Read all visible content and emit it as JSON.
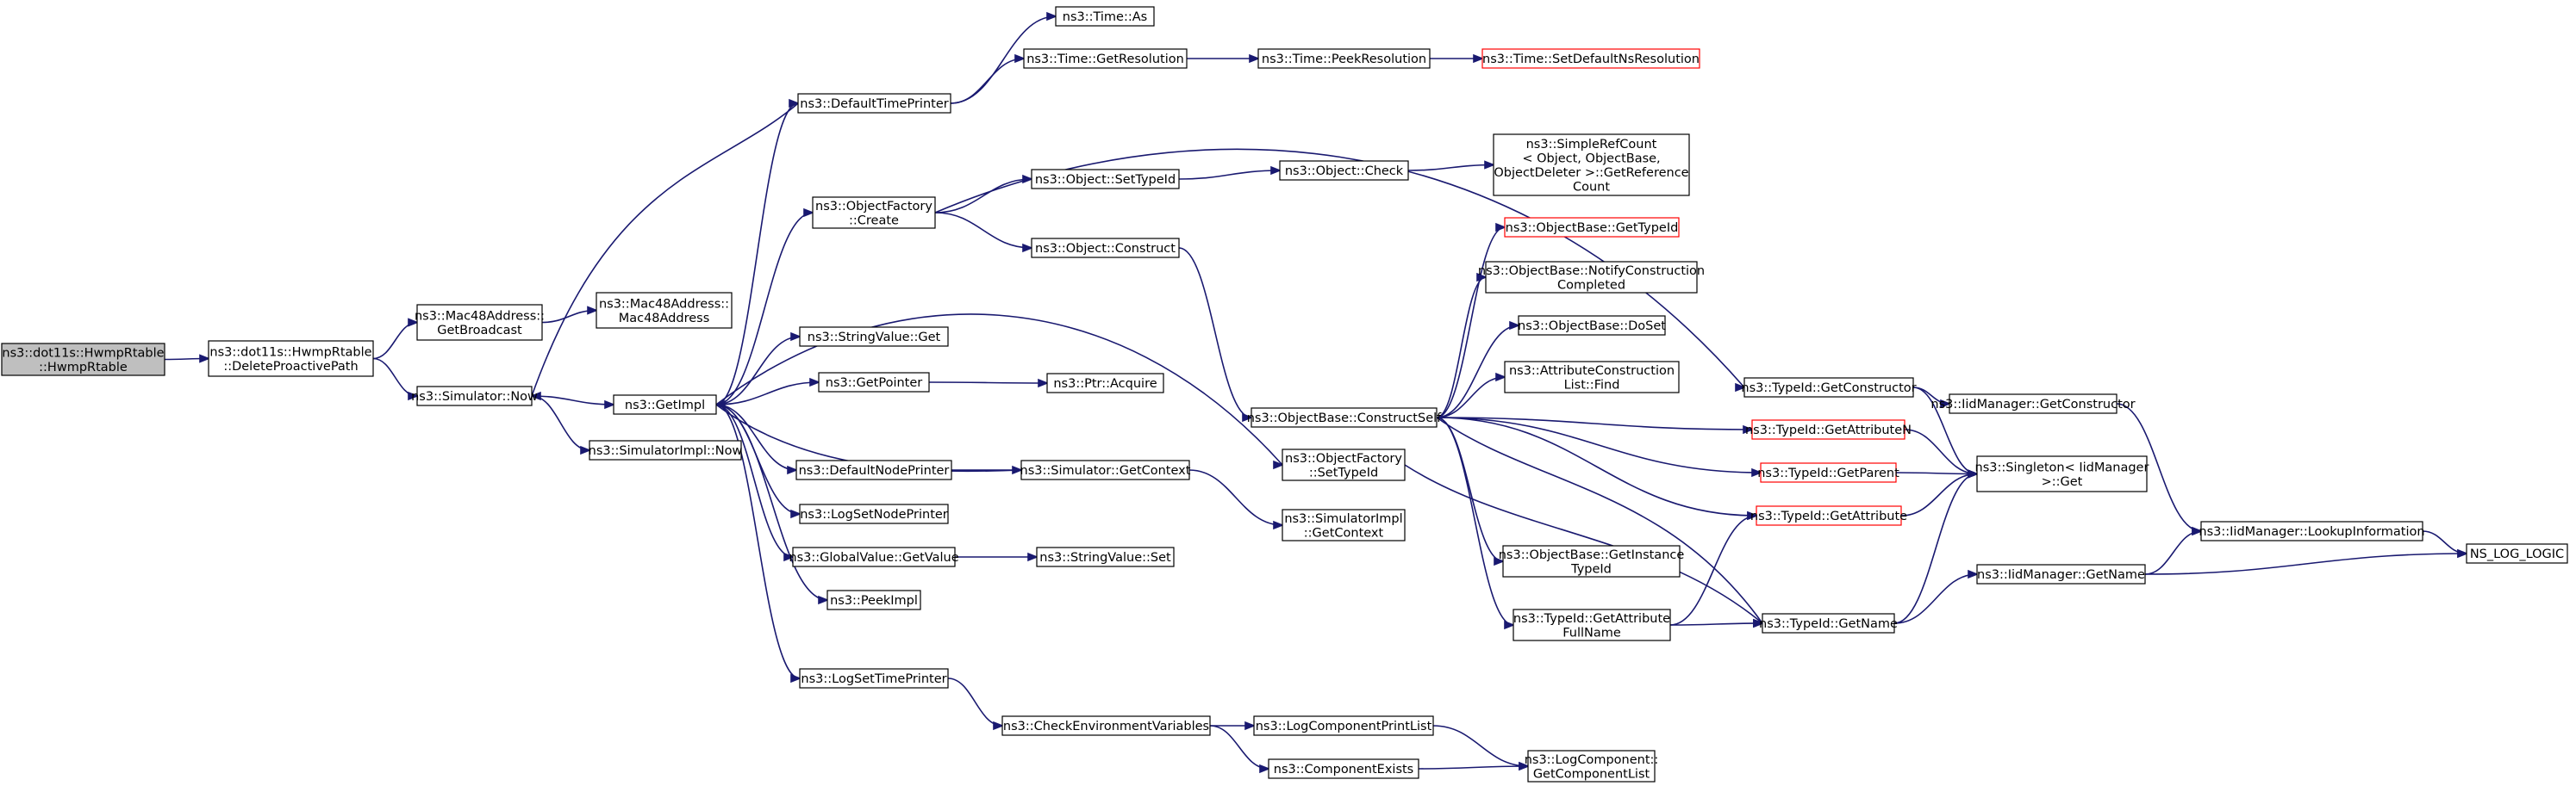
{
  "colors": {
    "edge": "#191970",
    "root_fill": "#bfbfbf",
    "truncated_border": "#ff0000",
    "border": "#000000"
  },
  "nodes": [
    {
      "id": "n0",
      "lines": [
        "ns3::dot11s::HwmpRtable",
        "::HwmpRtable"
      ],
      "style": "root"
    },
    {
      "id": "n1",
      "lines": [
        "ns3::dot11s::HwmpRtable",
        "::DeleteProactivePath"
      ]
    },
    {
      "id": "n2",
      "lines": [
        "ns3::Mac48Address::",
        "GetBroadcast"
      ]
    },
    {
      "id": "n3",
      "lines": [
        "ns3::Simulator::Now"
      ]
    },
    {
      "id": "n4",
      "lines": [
        "ns3::Mac48Address::",
        "Mac48Address"
      ]
    },
    {
      "id": "n5",
      "lines": [
        "ns3::GetImpl"
      ]
    },
    {
      "id": "n6",
      "lines": [
        "ns3::SimulatorImpl::Now"
      ]
    },
    {
      "id": "n7",
      "lines": [
        "ns3::DefaultTimePrinter"
      ]
    },
    {
      "id": "n8",
      "lines": [
        "ns3::ObjectFactory",
        "::Create"
      ]
    },
    {
      "id": "n9",
      "lines": [
        "ns3::StringValue::Get"
      ]
    },
    {
      "id": "n10",
      "lines": [
        "ns3::GetPointer"
      ]
    },
    {
      "id": "n11",
      "lines": [
        "ns3::DefaultNodePrinter"
      ]
    },
    {
      "id": "n12",
      "lines": [
        "ns3::LogSetNodePrinter"
      ]
    },
    {
      "id": "n13",
      "lines": [
        "ns3::GlobalValue::GetValue"
      ]
    },
    {
      "id": "n14",
      "lines": [
        "ns3::PeekImpl"
      ]
    },
    {
      "id": "n15",
      "lines": [
        "ns3::LogSetTimePrinter"
      ]
    },
    {
      "id": "n16",
      "lines": [
        "ns3::Time::As"
      ]
    },
    {
      "id": "n17",
      "lines": [
        "ns3::Time::GetResolution"
      ]
    },
    {
      "id": "n18",
      "lines": [
        "ns3::Object::SetTypeId"
      ]
    },
    {
      "id": "n19",
      "lines": [
        "ns3::Object::Construct"
      ]
    },
    {
      "id": "n20",
      "lines": [
        "ns3::Ptr::Acquire"
      ]
    },
    {
      "id": "n21",
      "lines": [
        "ns3::Simulator::GetContext"
      ]
    },
    {
      "id": "n22",
      "lines": [
        "ns3::StringValue::Set"
      ]
    },
    {
      "id": "n23",
      "lines": [
        "ns3::CheckEnvironmentVariables"
      ]
    },
    {
      "id": "n24",
      "lines": [
        "ns3::Time::PeekResolution"
      ]
    },
    {
      "id": "n25",
      "lines": [
        "ns3::Object::Check"
      ]
    },
    {
      "id": "n26",
      "lines": [
        "ns3::ObjectBase::ConstructSelf"
      ]
    },
    {
      "id": "n27",
      "lines": [
        "ns3::ObjectFactory",
        "::SetTypeId"
      ]
    },
    {
      "id": "n28",
      "lines": [
        "ns3::SimulatorImpl",
        "::GetContext"
      ]
    },
    {
      "id": "n29",
      "lines": [
        "ns3::LogComponentPrintList"
      ]
    },
    {
      "id": "n30",
      "lines": [
        "ns3::ComponentExists"
      ]
    },
    {
      "id": "n31",
      "lines": [
        "ns3::Time::SetDefaultNsResolution"
      ],
      "style": "red"
    },
    {
      "id": "n32",
      "lines": [
        "ns3::SimpleRefCount",
        "< Object, ObjectBase,",
        " ObjectDeleter >::GetReference",
        "Count"
      ]
    },
    {
      "id": "n33",
      "lines": [
        "ns3::ObjectBase::GetTypeId"
      ],
      "style": "red"
    },
    {
      "id": "n34",
      "lines": [
        "ns3::ObjectBase::NotifyConstruction",
        "Completed"
      ]
    },
    {
      "id": "n35",
      "lines": [
        "ns3::ObjectBase::DoSet"
      ]
    },
    {
      "id": "n36",
      "lines": [
        "ns3::AttributeConstruction",
        "List::Find"
      ]
    },
    {
      "id": "n37",
      "lines": [
        "ns3::ObjectBase::GetInstance",
        "TypeId"
      ]
    },
    {
      "id": "n38",
      "lines": [
        "ns3::TypeId::GetAttribute",
        "FullName"
      ]
    },
    {
      "id": "n39",
      "lines": [
        "ns3::LogComponent::",
        "GetComponentList"
      ]
    },
    {
      "id": "n40",
      "lines": [
        "ns3::TypeId::GetConstructor"
      ]
    },
    {
      "id": "n41",
      "lines": [
        "ns3::TypeId::GetAttributeN"
      ],
      "style": "red"
    },
    {
      "id": "n42",
      "lines": [
        "ns3::TypeId::GetParent"
      ],
      "style": "red"
    },
    {
      "id": "n43",
      "lines": [
        "ns3::TypeId::GetAttribute"
      ],
      "style": "red"
    },
    {
      "id": "n44",
      "lines": [
        "ns3::TypeId::GetName"
      ]
    },
    {
      "id": "n45",
      "lines": [
        "ns3::IidManager::GetConstructor"
      ]
    },
    {
      "id": "n46",
      "lines": [
        "ns3::Singleton< IidManager",
        " >::Get"
      ]
    },
    {
      "id": "n47",
      "lines": [
        "ns3::IidManager::GetName"
      ]
    },
    {
      "id": "n48",
      "lines": [
        "ns3::IidManager::LookupInformation"
      ]
    },
    {
      "id": "n49",
      "lines": [
        "NS_LOG_LOGIC"
      ]
    }
  ],
  "edges": [
    [
      "n0",
      "n1"
    ],
    [
      "n1",
      "n2"
    ],
    [
      "n1",
      "n3"
    ],
    [
      "n2",
      "n4"
    ],
    [
      "n3",
      "n5"
    ],
    [
      "n3",
      "n6"
    ],
    [
      "n5",
      "n7"
    ],
    [
      "n5",
      "n8"
    ],
    [
      "n5",
      "n9"
    ],
    [
      "n5",
      "n10"
    ],
    [
      "n5",
      "n11"
    ],
    [
      "n5",
      "n12"
    ],
    [
      "n5",
      "n13"
    ],
    [
      "n5",
      "n14"
    ],
    [
      "n5",
      "n15"
    ],
    [
      "n5",
      "n27"
    ],
    [
      "n7",
      "n3"
    ],
    [
      "n7",
      "n16"
    ],
    [
      "n7",
      "n17"
    ],
    [
      "n17",
      "n24"
    ],
    [
      "n24",
      "n31"
    ],
    [
      "n8",
      "n18"
    ],
    [
      "n8",
      "n19"
    ],
    [
      "n8",
      "n40"
    ],
    [
      "n18",
      "n25"
    ],
    [
      "n25",
      "n32"
    ],
    [
      "n19",
      "n26"
    ],
    [
      "n10",
      "n20"
    ],
    [
      "n11",
      "n21"
    ],
    [
      "n21",
      "n5"
    ],
    [
      "n21",
      "n28"
    ],
    [
      "n13",
      "n22"
    ],
    [
      "n15",
      "n23"
    ],
    [
      "n23",
      "n29"
    ],
    [
      "n23",
      "n30"
    ],
    [
      "n29",
      "n39"
    ],
    [
      "n30",
      "n39"
    ],
    [
      "n26",
      "n33"
    ],
    [
      "n26",
      "n34"
    ],
    [
      "n26",
      "n35"
    ],
    [
      "n26",
      "n36"
    ],
    [
      "n26",
      "n37"
    ],
    [
      "n26",
      "n38"
    ],
    [
      "n26",
      "n41"
    ],
    [
      "n26",
      "n42"
    ],
    [
      "n26",
      "n43"
    ],
    [
      "n26",
      "n44"
    ],
    [
      "n27",
      "n44"
    ],
    [
      "n38",
      "n43"
    ],
    [
      "n38",
      "n44"
    ],
    [
      "n40",
      "n45"
    ],
    [
      "n40",
      "n46"
    ],
    [
      "n41",
      "n46"
    ],
    [
      "n42",
      "n46"
    ],
    [
      "n43",
      "n46"
    ],
    [
      "n44",
      "n46"
    ],
    [
      "n44",
      "n47"
    ],
    [
      "n45",
      "n48"
    ],
    [
      "n47",
      "n48"
    ],
    [
      "n47",
      "n49"
    ],
    [
      "n48",
      "n49"
    ]
  ]
}
